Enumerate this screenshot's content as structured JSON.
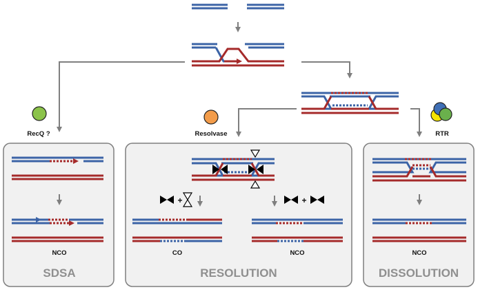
{
  "colors": {
    "blue": "#3b63a6",
    "red": "#a52a2a",
    "arrow": "#7f7f7f",
    "panel_fill": "#f1f1f1",
    "panel_stroke": "#7f7f7f",
    "recq_circle": "#8bc34a",
    "resolvase_circle": "#f39c4a",
    "rtr_blue": "#3f6fb5",
    "rtr_green": "#6ab04c",
    "rtr_yellow": "#f5e400"
  },
  "labels": {
    "recq": "RecQ ?",
    "resolvase": "Resolvase",
    "rtr": "RTR",
    "nco_sdsa": "NCO",
    "co": "CO",
    "nco_resolution": "NCO",
    "nco_dissolution": "NCO",
    "plus_left": "+",
    "plus_right": "+"
  },
  "panels": {
    "sdsa": "SDSA",
    "resolution": "RESOLUTION",
    "dissolution": "DISSOLUTION"
  },
  "icons": {
    "recq": "green-circle-icon",
    "resolvase": "orange-circle-icon",
    "rtr": "three-circle-complex-icon",
    "cut": "bowtie-cut-icon",
    "cut_vertical": "hourglass-cut-icon"
  }
}
